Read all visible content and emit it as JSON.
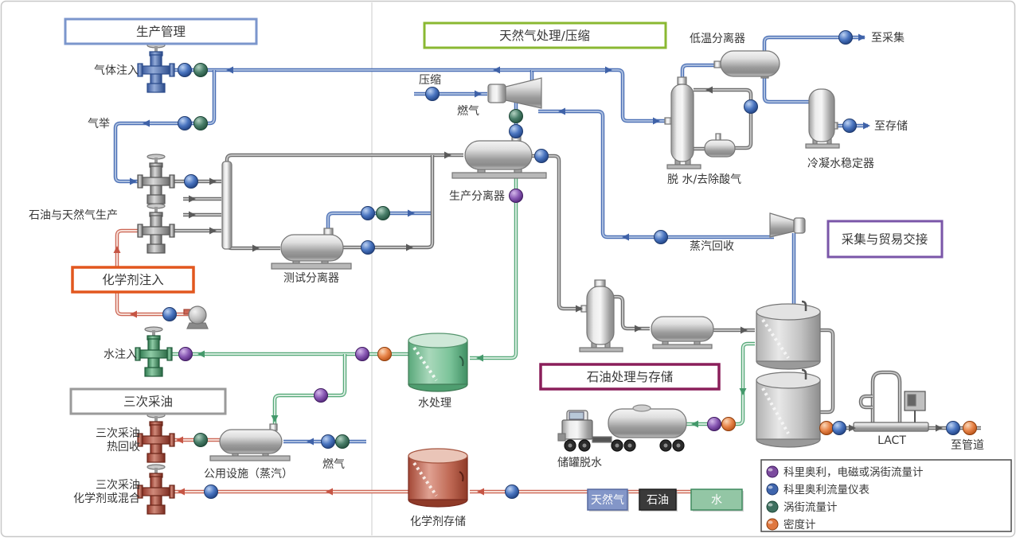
{
  "boxes": {
    "production_mgmt": {
      "label": "生产管理",
      "color": "#7b96cc"
    },
    "gas_processing": {
      "label": "天然气处理/压缩",
      "color": "#8ab832"
    },
    "chemical_injection": {
      "label": "化学剂注入",
      "color": "#e2571e"
    },
    "eor": {
      "label": "三次采油",
      "color": "#9a9a9a"
    },
    "gathering_custody": {
      "label": "采集与贸易交接",
      "color": "#7a56a8"
    },
    "oil_treatment_storage": {
      "label": "石油处理与存储",
      "color": "#8a1f5a"
    }
  },
  "labels": {
    "gas_injection": "气体注入",
    "gas_lift": "气举",
    "oil_gas_production": "石油与天然气生产",
    "water_injection": "水注入",
    "eor_heat_1": "三次采油",
    "eor_heat_2": "热回收",
    "eor_chem_1": "三次采油",
    "eor_chem_2": "化学剂或混合",
    "utilities_steam": "公用设施（蒸汽）",
    "test_separator": "测试分离器",
    "production_separator": "生产分离器",
    "compression": "压缩",
    "fuel_gas_compressor": "燃气",
    "fuel_gas_utilities": "燃气",
    "vapor_recovery": "蒸汽回收",
    "low_temp_separator": "低温分离器",
    "dehydration_acid_gas": "脱 水/去除酸气",
    "condensate_stabilizer": "冷凝水稳定器",
    "to_gathering": "至采集",
    "to_storage": "至存储",
    "water_treatment": "水处理",
    "chemical_storage": "化学剂存储",
    "tank_dewatering": "储罐脱水",
    "lact": "LACT",
    "to_pipeline": "至管道"
  },
  "legend": {
    "items": [
      {
        "label": "科里奥利，电磁或涡街流量计",
        "color": "#7b4a9e"
      },
      {
        "label": "科里奥利流量仪表",
        "color": "#3f65ad"
      },
      {
        "label": "涡街流量计",
        "color": "#3f7060"
      },
      {
        "label": "密度计",
        "color": "#e07840"
      }
    ]
  },
  "stream_chips": [
    {
      "label": "天然气",
      "color": "#8396c8",
      "border": "#56699f"
    },
    {
      "label": "石油",
      "color": "#3a3a3a",
      "border": "#1f1f1f"
    },
    {
      "label": "水",
      "color": "#93c6a5",
      "border": "#3f8a5f"
    }
  ],
  "stream_colors": {
    "natural_gas": "#4a6fb5",
    "oil": "#6b6b6b",
    "water": "#55a878",
    "chemical_steam": "#cc6655"
  }
}
